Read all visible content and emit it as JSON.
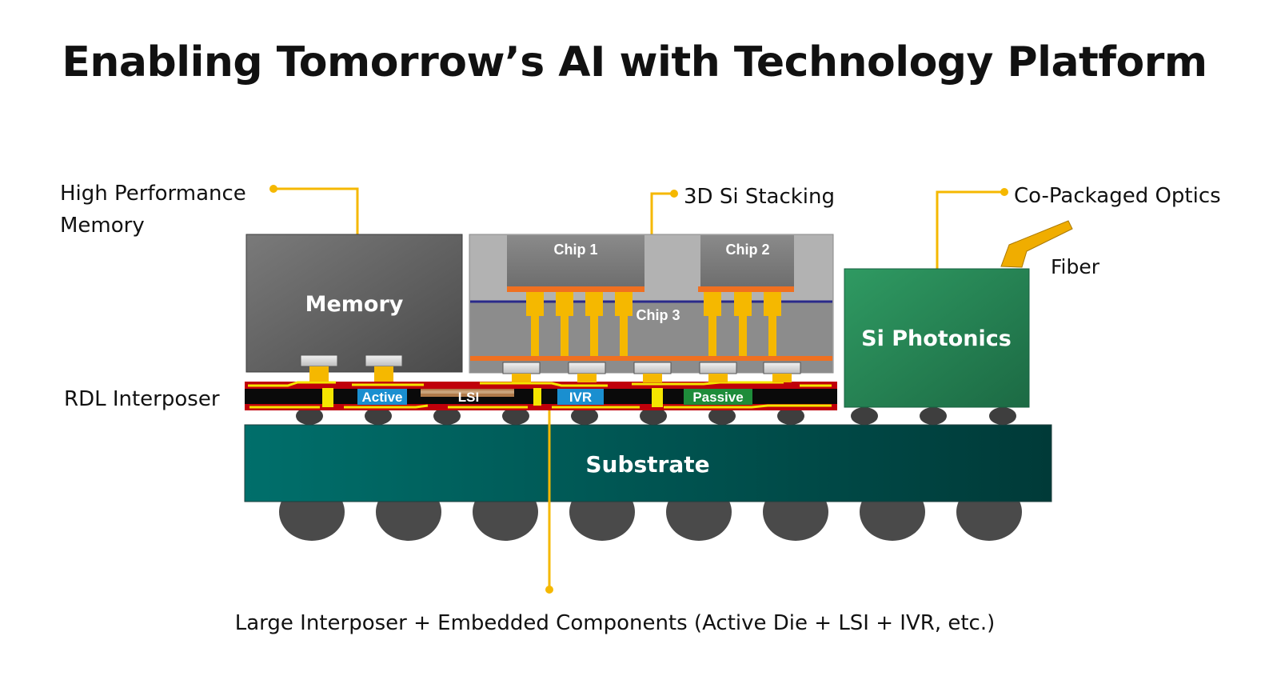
{
  "title": "Enabling Tomorrow’s AI with Technology Platform",
  "callouts": {
    "memory_line1": "High Performance",
    "memory_line2": "Memory",
    "stacking": "3D Si Stacking",
    "optics": "Co-Packaged Optics",
    "fiber": "Fiber",
    "rdl": "RDL Interposer",
    "embedded": "Large Interposer + Embedded Components (Active Die + LSI + IVR, etc.)"
  },
  "blocks": {
    "memory": "Memory",
    "chip1": "Chip 1",
    "chip2": "Chip 2",
    "chip3": "Chip 3",
    "photonics": "Si Photonics",
    "substrate": "Substrate"
  },
  "embedded_components": {
    "active": "Active",
    "lsi": "LSI",
    "ivr": "IVR",
    "passive": "Passive"
  },
  "colors": {
    "callout_line": "#f5b800",
    "memory_block": "#5a5a5a",
    "stack_outer": "#b0b0b0",
    "chip_gray": "#7c7c7c",
    "bump_orange": "#f5a800",
    "substrate": "#006a66",
    "photonics": "#2a8a58",
    "interposer_red": "#c0000a",
    "active_blue": "#1a8fd0",
    "passive_green": "#1e8c3a"
  }
}
